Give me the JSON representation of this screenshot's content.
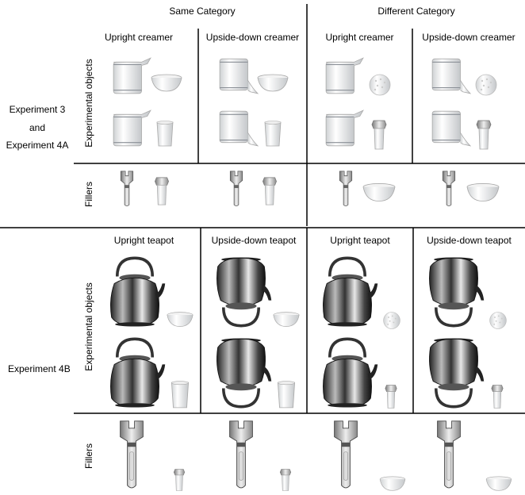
{
  "experiment_a": {
    "title_line1": "Experiment 3",
    "title_line2": "and",
    "title_line3": "Experiment 4A",
    "group_same": "Same Category",
    "group_different": "Different Category",
    "col1": "Upright creamer",
    "col2": "Upside-down creamer",
    "col3": "Upright creamer",
    "col4": "Upside-down creamer",
    "row_experimental": "Experimental objects",
    "row_fillers": "Fillers"
  },
  "experiment_b": {
    "title": "Experiment 4B",
    "col1": "Upright teapot",
    "col2": "Upside-down teapot",
    "col3": "Upright teapot",
    "col4": "Upside-down teapot",
    "row_experimental": "Experimental objects",
    "row_fillers": "Fillers"
  }
}
